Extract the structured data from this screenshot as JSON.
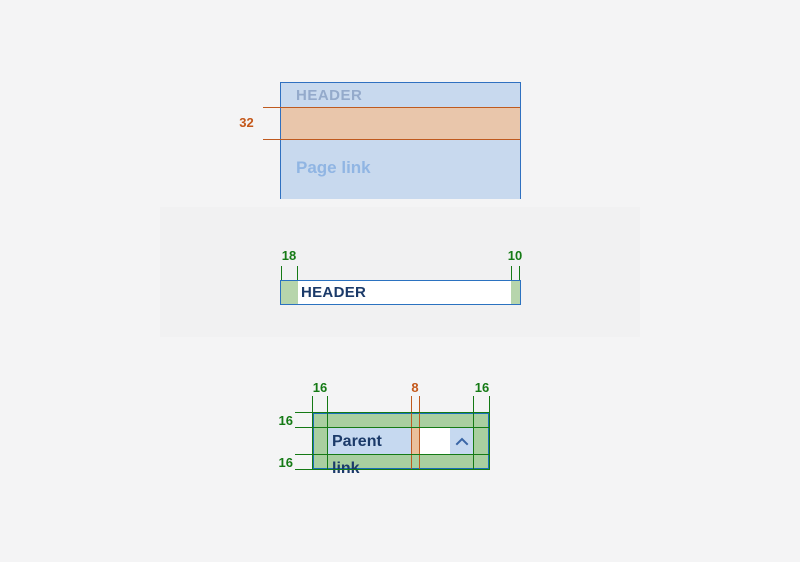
{
  "palette": {
    "page_bg": "#f4f4f5",
    "section_band_bg": "#f1f1f2",
    "blue_border": "#2b72c0",
    "light_blue_fill": "#c8d9ee",
    "muted_blue_text": "#94aacb",
    "light_blue_text": "#90b5e3",
    "dark_blue_text": "#1b3a69",
    "orange_line": "#bf5a1f",
    "orange_fill": "#e9c6ab",
    "orange_label": "#c4581b",
    "green_line": "#157a15",
    "green_fill": "#b7d5ac"
  },
  "top_diagram": {
    "header_label": "HEADER",
    "band_measure": "32",
    "page_link_label": "Page link"
  },
  "middle_diagram": {
    "left_measure": "18",
    "right_measure": "10",
    "header_label": "HEADER"
  },
  "bottom_diagram": {
    "top_left_measure": "16",
    "gap_measure": "8",
    "top_right_measure": "16",
    "side_top_measure": "16",
    "side_bottom_measure": "16",
    "link_label": "Parent link",
    "chevron_icon": "chevron-up"
  }
}
